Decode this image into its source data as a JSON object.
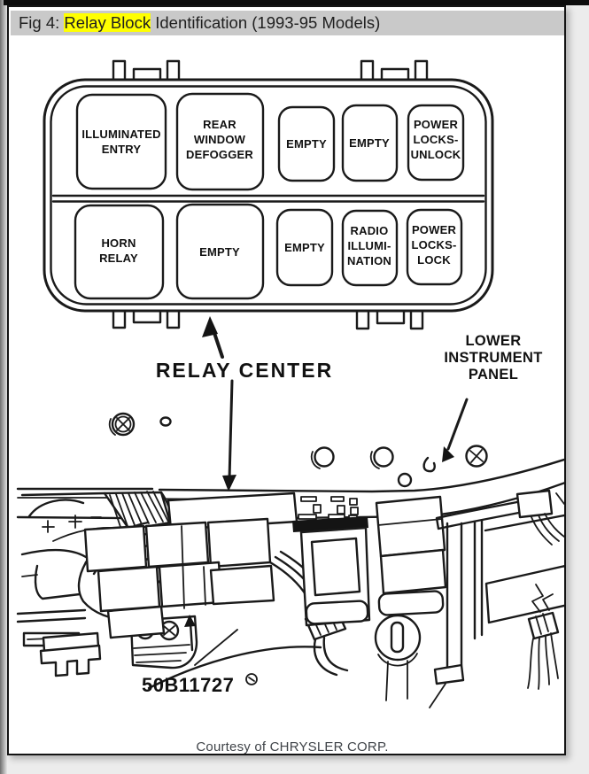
{
  "window": {
    "title_prefix": "Fig 4: ",
    "title_highlight": "Relay Block",
    "title_suffix": " Identification (1993-95 Models)",
    "highlight_color": "#ffff00",
    "titlebar_bg": "#c9c9c9"
  },
  "relay_block": {
    "top_row": [
      {
        "id": "illuminated-entry",
        "lines": [
          "ILLUMINATED",
          "ENTRY"
        ]
      },
      {
        "id": "rear-window-defogger",
        "lines": [
          "REAR",
          "WINDOW",
          "DEFOGGER"
        ]
      },
      {
        "id": "empty-top-1",
        "lines": [
          "EMPTY"
        ]
      },
      {
        "id": "empty-top-2",
        "lines": [
          "EMPTY"
        ]
      },
      {
        "id": "power-locks-unlock",
        "lines": [
          "POWER",
          "LOCKS-",
          "UNLOCK"
        ]
      }
    ],
    "bottom_row": [
      {
        "id": "horn-relay",
        "lines": [
          "HORN",
          "RELAY"
        ]
      },
      {
        "id": "empty-bottom-1",
        "lines": [
          "EMPTY"
        ]
      },
      {
        "id": "empty-bottom-2",
        "lines": [
          "EMPTY"
        ]
      },
      {
        "id": "radio-illumination",
        "lines": [
          "RADIO",
          "ILLUMI-",
          "NATION"
        ]
      },
      {
        "id": "power-locks-lock",
        "lines": [
          "POWER",
          "LOCKS-",
          "LOCK"
        ]
      }
    ]
  },
  "callouts": {
    "relay_center": "RELAY CENTER",
    "lower_instrument_panel": [
      "LOWER",
      "INSTRUMENT",
      "PANEL"
    ]
  },
  "figure": {
    "part_number": "50B11727",
    "credit": "Courtesy of CHRYSLER CORP."
  }
}
